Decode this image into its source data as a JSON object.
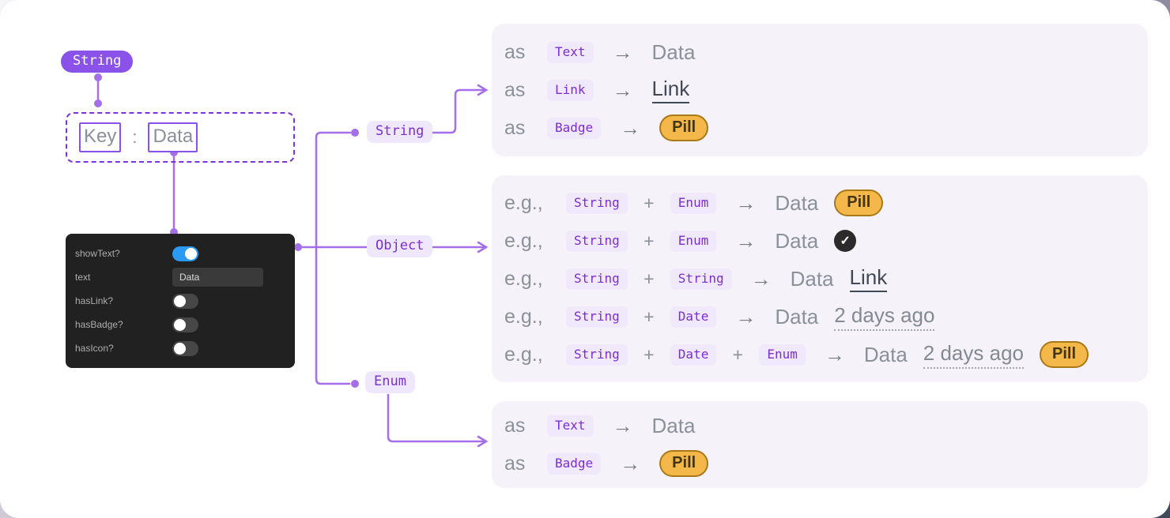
{
  "source_badge": {
    "label": "String"
  },
  "schema_box": {
    "key": "Key",
    "separator": ":",
    "value": "Data"
  },
  "properties_panel": {
    "rows": [
      {
        "label": "showText?",
        "control": "toggle",
        "state": "on"
      },
      {
        "label": "text",
        "control": "input",
        "value": "Data"
      },
      {
        "label": "hasLink?",
        "control": "toggle",
        "state": "off"
      },
      {
        "label": "hasBadge?",
        "control": "toggle",
        "state": "off"
      },
      {
        "label": "hasIcon?",
        "control": "toggle",
        "state": "off"
      }
    ]
  },
  "branches": {
    "string": "String",
    "object": "Object",
    "enum": "Enum"
  },
  "symbols": {
    "arrow": "→",
    "plus": "+",
    "check": "✓"
  },
  "colors": {
    "accent_purple": "#8a52e8",
    "line_purple": "#a46fe8",
    "chip_purple": "#7b2ed3",
    "pill_orange": "#f4b74a",
    "pill_border": "#aa7917",
    "toggle_on_blue": "#2b9af3"
  },
  "panels": {
    "string_panel": {
      "rows": [
        {
          "lead": "as",
          "chip": "Text",
          "result": "Data"
        },
        {
          "lead": "as",
          "chip": "Link",
          "link": "Link"
        },
        {
          "lead": "as",
          "chip": "Badge",
          "badge": "Pill"
        }
      ]
    },
    "object_panel": {
      "rows": [
        {
          "lead": "e.g.,",
          "chips": [
            "String",
            "Enum"
          ],
          "result": "Data",
          "badge": "Pill"
        },
        {
          "lead": "e.g.,",
          "chips": [
            "String",
            "Enum"
          ],
          "result": "Data",
          "icon": "check"
        },
        {
          "lead": "e.g.,",
          "chips": [
            "String",
            "String"
          ],
          "result": "Data",
          "link": "Link"
        },
        {
          "lead": "e.g.,",
          "chips": [
            "String",
            "Date"
          ],
          "result": "Data",
          "date": "2 days ago"
        },
        {
          "lead": "e.g.,",
          "chips": [
            "String",
            "Date",
            "Enum"
          ],
          "result": "Data",
          "date": "2 days ago",
          "badge": "Pill"
        }
      ]
    },
    "enum_panel": {
      "rows": [
        {
          "lead": "as",
          "chip": "Text",
          "result": "Data"
        },
        {
          "lead": "as",
          "chip": "Badge",
          "badge": "Pill"
        }
      ]
    }
  }
}
